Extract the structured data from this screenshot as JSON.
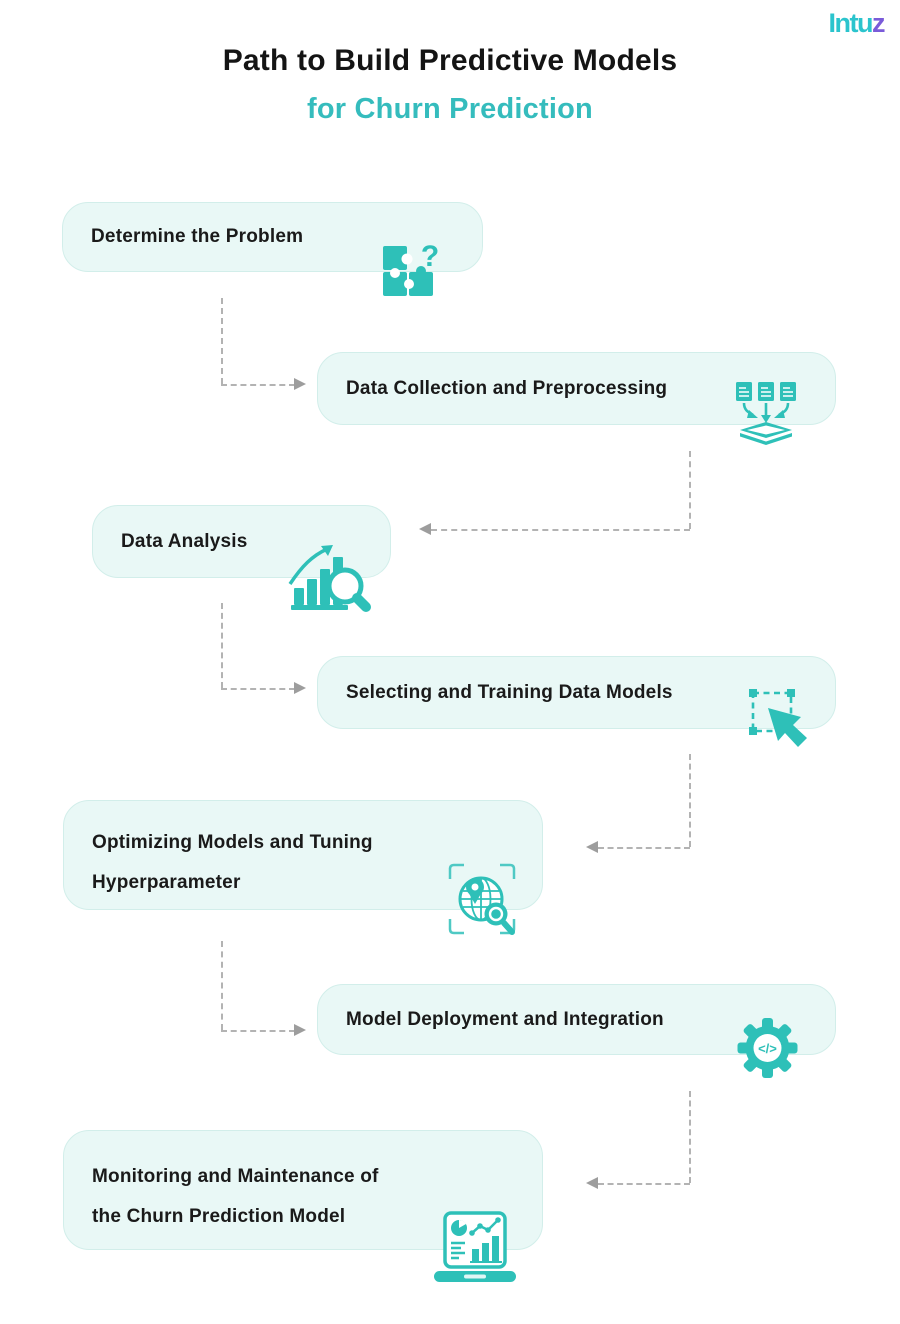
{
  "logo": {
    "main": "Intu",
    "accent": "z"
  },
  "title": {
    "line1": "Path to Build Predictive Models",
    "line2": "for Churn Prediction"
  },
  "colors": {
    "accent_teal": "#2ec0b8",
    "title_teal": "#35bcbd",
    "title_dark": "#141414",
    "box_bg": "#e9f8f6",
    "box_border": "#d2eeea",
    "arrow_gray": "#9d9d9d",
    "logo_teal": "#2bc4cd",
    "logo_purple": "#7a5bd9"
  },
  "steps": [
    {
      "label": "Determine the Problem",
      "icon": "puzzle-question-icon",
      "side": "left"
    },
    {
      "label": "Data Collection and Preprocessing",
      "icon": "data-collection-icon",
      "side": "right"
    },
    {
      "label": "Data Analysis",
      "icon": "chart-magnifier-icon",
      "side": "left"
    },
    {
      "label": "Selecting and Training Data Models",
      "icon": "cursor-select-icon",
      "side": "right"
    },
    {
      "label": "Optimizing Models and Tuning",
      "label_line2": "Hyperparameter",
      "icon": "globe-search-icon",
      "side": "left"
    },
    {
      "label": "Model Deployment and Integration",
      "icon": "gear-code-icon",
      "side": "right"
    },
    {
      "label": "Monitoring and Maintenance of",
      "label_line2": "the Churn Prediction Model",
      "icon": "laptop-analytics-icon",
      "side": "left"
    }
  ]
}
